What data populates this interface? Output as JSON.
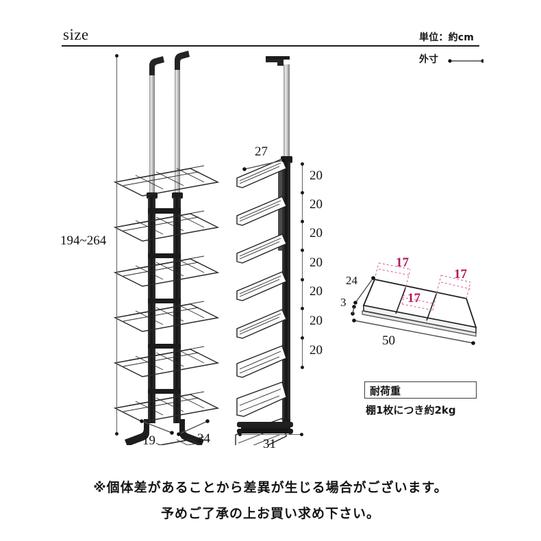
{
  "header": {
    "title": "size",
    "unit_note": "単位：約cm",
    "outer_label": "外寸",
    "outer_legend_icon": "dimension-line-icon"
  },
  "dimensions": {
    "overall_height": "194~264",
    "front_depth": "19",
    "front_width": "24",
    "side_width": "31",
    "shelf_projection": "27",
    "shelf_gaps": [
      "20",
      "20",
      "20",
      "20",
      "20",
      "20",
      "20"
    ]
  },
  "shelf_panel": {
    "depth": "24",
    "thickness": "3",
    "width": "50",
    "sections": [
      "17",
      "17",
      "17"
    ],
    "section_color": "#b5165a"
  },
  "load_capacity": {
    "title": "耐荷重",
    "value": "棚1枚につき約2kg"
  },
  "notes": {
    "line_1": "※個体差があることから差異が生じる場合がございます。",
    "line_2": "予めご了承の上お買い求め下さい。"
  },
  "colors": {
    "ink": "#1a1a1a",
    "dim_line": "#5d5d5d",
    "accent_pink": "#b5165a",
    "background": "#ffffff"
  }
}
